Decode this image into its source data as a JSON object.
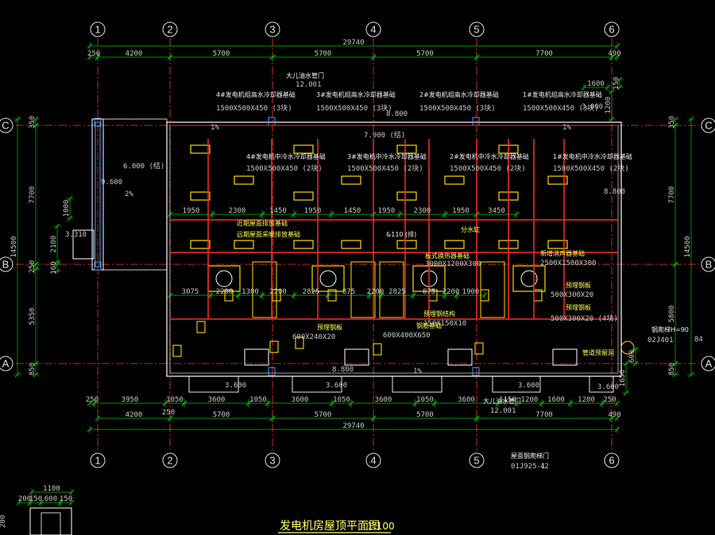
{
  "drawing": {
    "title": "发电机房屋顶平面图",
    "scale": "1:100",
    "colors": {
      "background": "#000000",
      "dimension": "#00c800",
      "axis": "#ff3030",
      "wall": "#ffffff",
      "equipment": "#ffd700",
      "pipe": "#ff2828",
      "grid_circle": "#e0e0e0"
    }
  },
  "axes": {
    "columns": [
      "1",
      "2",
      "3",
      "4",
      "5",
      "6"
    ],
    "rows": [
      "C",
      "B",
      "A"
    ]
  },
  "dims": {
    "top_total": "29740",
    "top_parts": [
      "250",
      "4200",
      "5700",
      "5700",
      "5700",
      "7700",
      "490"
    ],
    "bottom_total": "29740",
    "bottom_axes": [
      "4200",
      "5700",
      "5700",
      "5700",
      "7700",
      "490"
    ],
    "bottom_detail": [
      "250",
      "3950",
      "1050",
      "3600",
      "1050",
      "3600",
      "1050",
      "3600",
      "1050",
      "3600",
      "1150",
      "1200",
      "1600",
      "1200",
      "250"
    ],
    "bottom_extra": "250",
    "left_outer": "14500",
    "left_parts": [
      "350",
      "7700",
      "250",
      "5350",
      "850"
    ],
    "left_inner": [
      "1000",
      "2100",
      "160"
    ],
    "right_outer": "14500",
    "right_parts": [
      "350",
      "7700",
      "5800",
      "850"
    ],
    "right_top": [
      "1600",
      "150",
      "1200"
    ],
    "right_side": [
      "1650",
      "600"
    ],
    "col_spacing_row1": [
      "1950",
      "2300",
      "1450",
      "1950",
      "1450",
      "1950",
      "2300",
      "1950",
      "3450"
    ],
    "col_spacing_row2": [
      "3075",
      "2200",
      "1300",
      "2200",
      "2825",
      "875",
      "2200",
      "2825",
      "875",
      "2200",
      "1900"
    ]
  },
  "labels": {
    "upper_left_tank": "大儿油水管门",
    "upper_left_elev": "12.001",
    "upper_right_tank": "8.800",
    "top_row": [
      {
        "t": "4#发电机组高水冷却器基础",
        "s": "1500X500X450  (3块)"
      },
      {
        "t": "3#发电机组高水冷却器基础",
        "s": "1500X500X450  (3块)"
      },
      {
        "t": "2#发电机组高水冷却器基础",
        "s": "1500X500X450  (3块)"
      },
      {
        "t": "1#发电机组高水冷却器基础",
        "s": "1500X500X450  (3块)"
      }
    ],
    "mid_row": [
      {
        "t": "4#发电机中冷水冷却器基础",
        "s": "1500X500X450  (2块)"
      },
      {
        "t": "3#发电机中冷水冷却器基础",
        "s": "1500X500X450  (2块)"
      },
      {
        "t": "2#发电机中冷水冷却器基础",
        "s": "1500X500X450  (2块)"
      },
      {
        "t": "1#发电机中冷水冷却器基础",
        "s": "1500X500X450  (2块)"
      }
    ],
    "elev_3000": "3.000",
    "elev_7900": "7.900 (结)",
    "elev_8800": "8.800",
    "elev_6000": "6.000 (结)",
    "elev_9600": "9.600",
    "elev_3310": "3.310",
    "slope": "1%",
    "slope2": "2%",
    "exhaust1": "近期屋面排放基础",
    "exhaust2": "远期屋面采暖排放基础",
    "pipe_110": "&110 (排)",
    "fenshuigang": "分水缸",
    "plate_hx": "板式换热器基础",
    "plate_hx_size": "3000X1200X300",
    "new_hx": "新增消声器基础",
    "new_hx_size": "2500X1500X300",
    "embed_plate": "预埋钢板",
    "embed_size": "500X300X20",
    "embed_plate2": "预埋钢板",
    "embed_size2": "500X300X20 (4块)",
    "steel_found": "预埋钢结构",
    "steel_found_size": "150X150X10",
    "embed_bolt": "预埋钢板",
    "embed_bolt_size": "600X240X20",
    "small_found": "钢筋基础",
    "small_found_size": "600X400X650",
    "pipe_hole": "管道预留洞",
    "drain_label": "钢爬梯H=90",
    "drain_ref": "02J401",
    "drain_num": "84",
    "roof_tank": "大儿油水管门",
    "roof_tank_elev": "12.001",
    "ladder": "屋面钢爬梯门",
    "ladder_ref": "01J925-1",
    "ladder_num": "42",
    "elev_3600": "3.600",
    "elev_3600b": "3.600",
    "elev_3600c": "3.600",
    "elev_8800b": "8.800",
    "unit_1": "1%",
    "stair_1": "3.600"
  },
  "detail": {
    "dims_top": "1100",
    "dims_parts": [
      "200",
      "150",
      "600",
      "150"
    ],
    "label_small": "200"
  }
}
